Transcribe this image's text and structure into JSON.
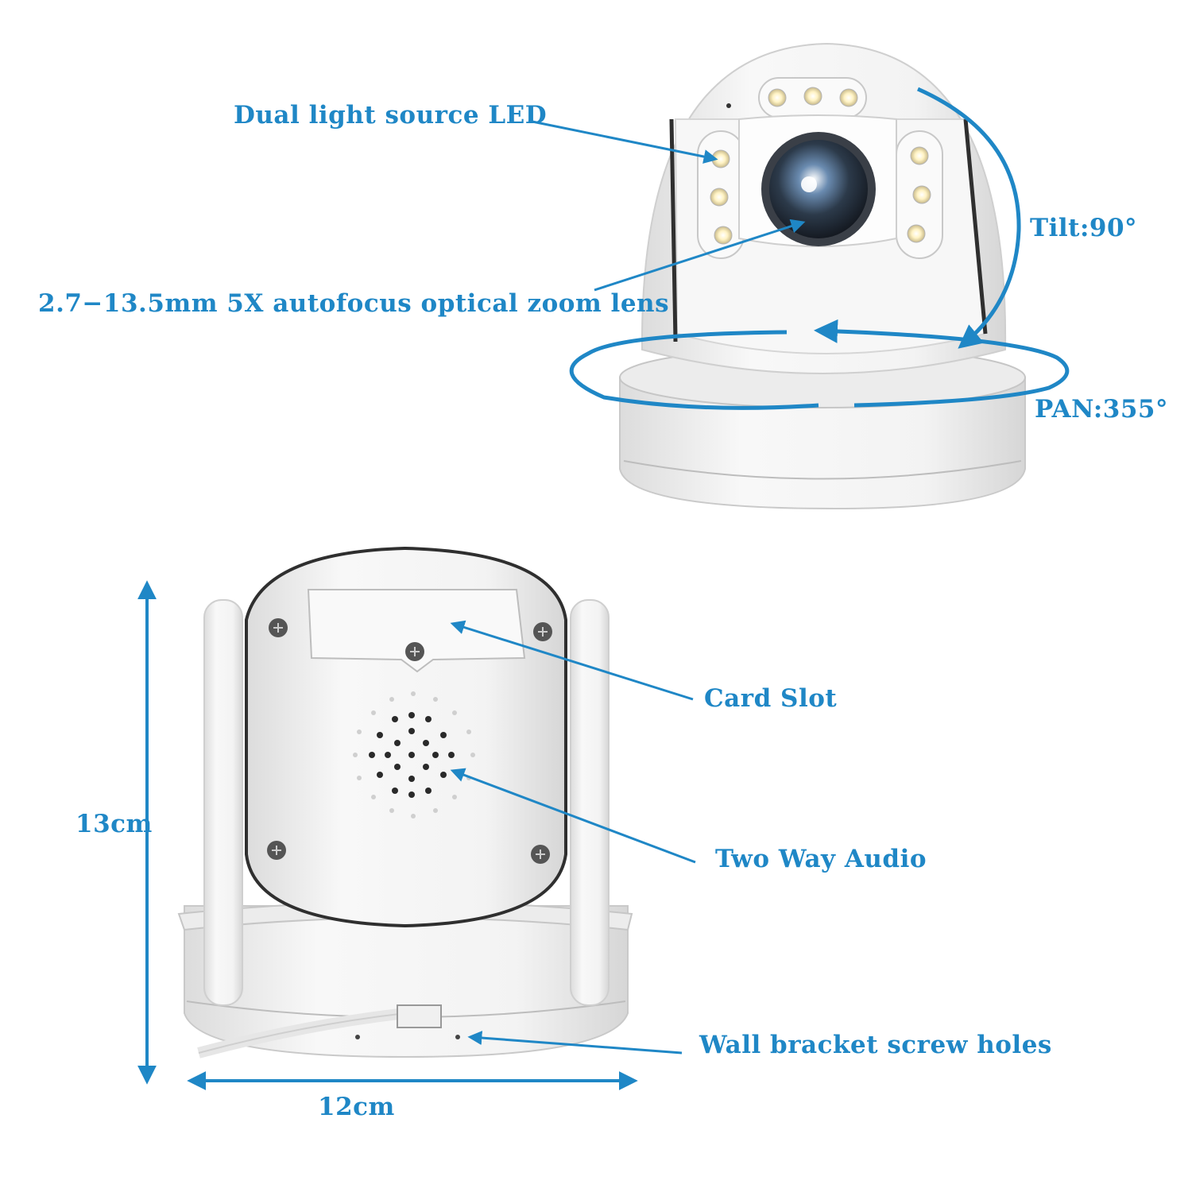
{
  "colors": {
    "accent": "#1f87c6",
    "device_body": "#f2f2f2",
    "outline": "#c9c9c9"
  },
  "top_view": {
    "labels": {
      "led": "Dual light source LED",
      "lens": "2.7−13.5mm 5X autofocus optical zoom lens",
      "tilt": "Tilt:90°",
      "pan": "PAN:355°"
    }
  },
  "back_view": {
    "labels": {
      "card_slot": "Card Slot",
      "audio": "Two Way Audio",
      "screw_holes": "Wall bracket screw holes"
    },
    "dimensions": {
      "height": "13cm",
      "width": "12cm"
    }
  }
}
